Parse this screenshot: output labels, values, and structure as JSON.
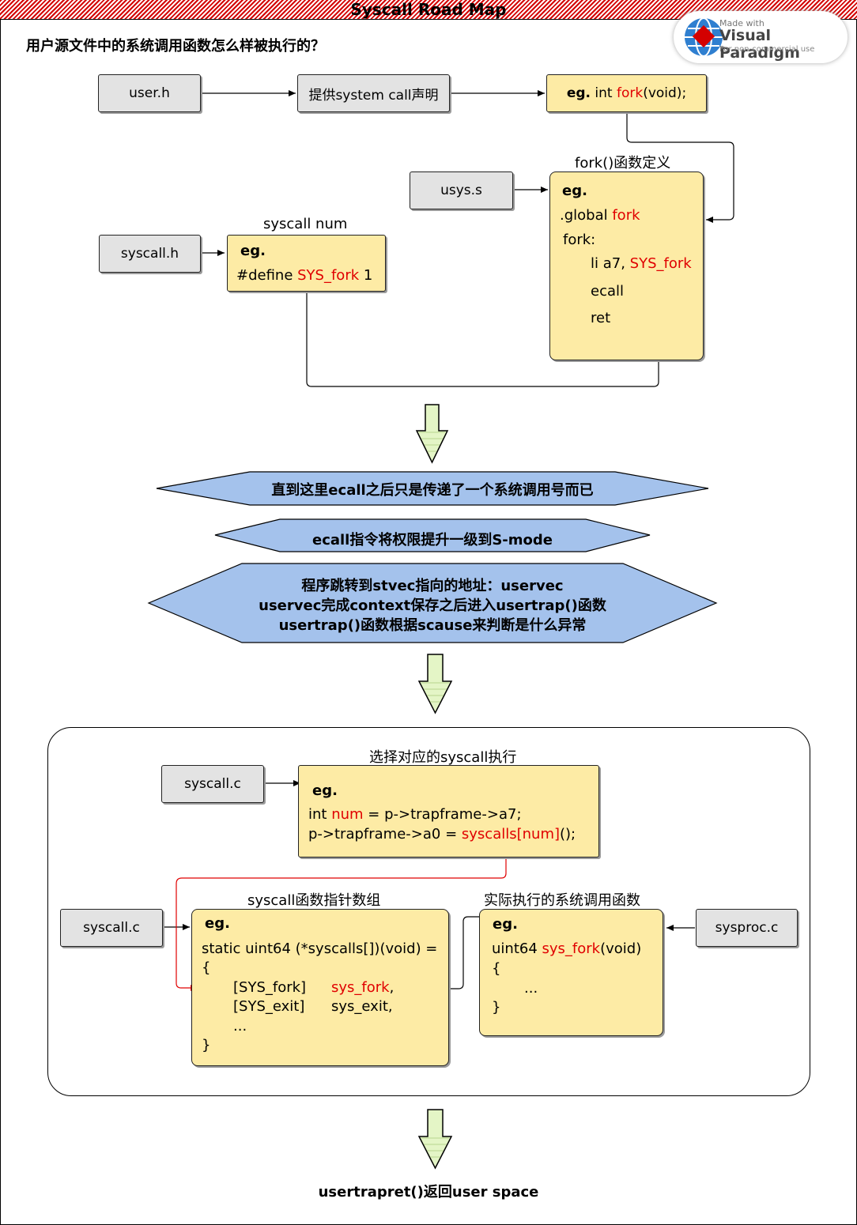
{
  "title": "Syscall Road Map",
  "subtitle": "用户源文件中的系统调用函数怎么样被执行的？",
  "logo": {
    "made_with": "Made with",
    "brand": "Visual Paradigm",
    "note": "For non-commercial use"
  },
  "row1": {
    "user_h": "user.h",
    "decl": "提供system call声明",
    "eg_prefix": "eg.",
    "eg_int": "int ",
    "eg_fork": "fork",
    "eg_rest": "(void);"
  },
  "usys": {
    "file": "usys.s",
    "title": "fork()函数定义",
    "eg": "eg.",
    "global_prefix": ".global ",
    "global_fn": "fork",
    "label": "fork:",
    "li_prefix": "li a7, ",
    "li_sym": "SYS_fork",
    "ecall": "ecall",
    "ret": "ret"
  },
  "syscall_h": {
    "file": "syscall.h",
    "title": "syscall num",
    "eg": "eg.",
    "define_prefix": "#define ",
    "define_sym": "SYS_fork",
    "define_val": " 1"
  },
  "hexes": {
    "h1": "直到这里ecall之后只是传递了一个系统调用号而已",
    "h2": "ecall指令将权限提升一级到S-mode",
    "h3_l1": "程序跳转到stvec指向的地址：uservec",
    "h3_l2": "uservec完成context保存之后进入usertrap()函数",
    "h3_l3": "usertrap()函数根据scause来判断是什么异常"
  },
  "panel": {
    "select": {
      "file": "syscall.c",
      "title": "选择对应的syscall执行",
      "eg": "eg.",
      "l1_a": "int ",
      "l1_b": "num",
      "l1_c": " = p->trapframe->a7;",
      "l2_a": "p->trapframe->a0 = ",
      "l2_b": "syscalls[num]",
      "l2_c": "();"
    },
    "array": {
      "file": "syscall.c",
      "title": "syscall函数指针数组",
      "eg": "eg.",
      "l1": "static uint64 (*syscalls[])(void) =",
      "l2": "{",
      "l3_a": "[SYS_fork]",
      "l3_b": "sys_fork",
      "l3_c": ",",
      "l4_a": "[SYS_exit]",
      "l4_b": "sys_exit,",
      "l5": "...",
      "l6": "}"
    },
    "impl": {
      "file": "sysproc.c",
      "title": "实际执行的系统调用函数",
      "eg": "eg.",
      "l1_a": "uint64 ",
      "l1_b": "sys_fork",
      "l1_c": "(void)",
      "l2": "{",
      "l3": "...",
      "l4": "}"
    }
  },
  "bottom": "usertrapret()返回user space",
  "colors": {
    "yellow": "#fdeba5",
    "gray": "#e3e3e3",
    "blue": "#a4c2ec",
    "green": "#e4f5c6",
    "red": "#e00000"
  }
}
